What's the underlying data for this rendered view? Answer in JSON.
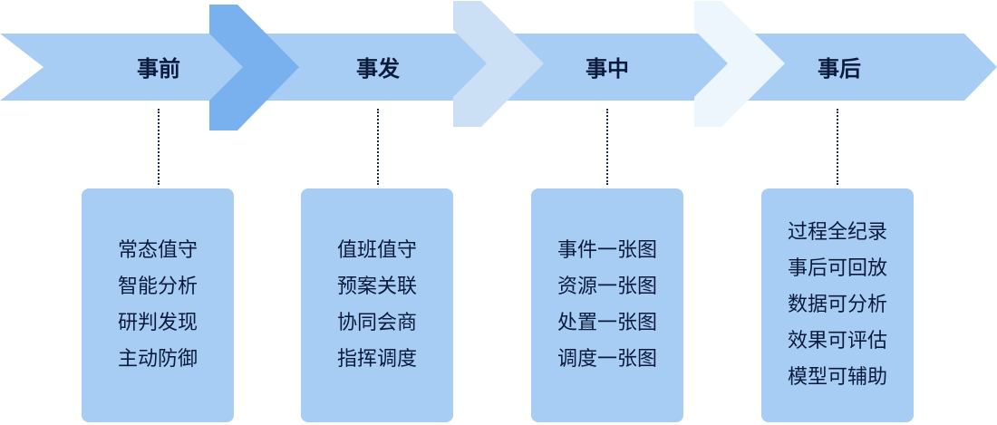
{
  "colors": {
    "band": "#a7cdf5",
    "chevron_1": "#78b1ee",
    "chevron_2": "#cbe0f5",
    "chevron_3": "#eef6fd",
    "card": "#a7cdf5",
    "text": "#0b1a3a",
    "connector": "#1a2a4a"
  },
  "stages": [
    {
      "title": "事前",
      "items": [
        "常态值守",
        "智能分析",
        "研判发现",
        "主动防御"
      ]
    },
    {
      "title": "事发",
      "items": [
        "值班值守",
        "预案关联",
        "协同会商",
        "指挥调度"
      ]
    },
    {
      "title": "事中",
      "items": [
        "事件一张图",
        "资源一张图",
        "处置一张图",
        "调度一张图"
      ]
    },
    {
      "title": "事后",
      "items": [
        "过程全纪录",
        "事后可回放",
        "数据可分析",
        "效果可评估",
        "模型可辅助"
      ]
    }
  ]
}
